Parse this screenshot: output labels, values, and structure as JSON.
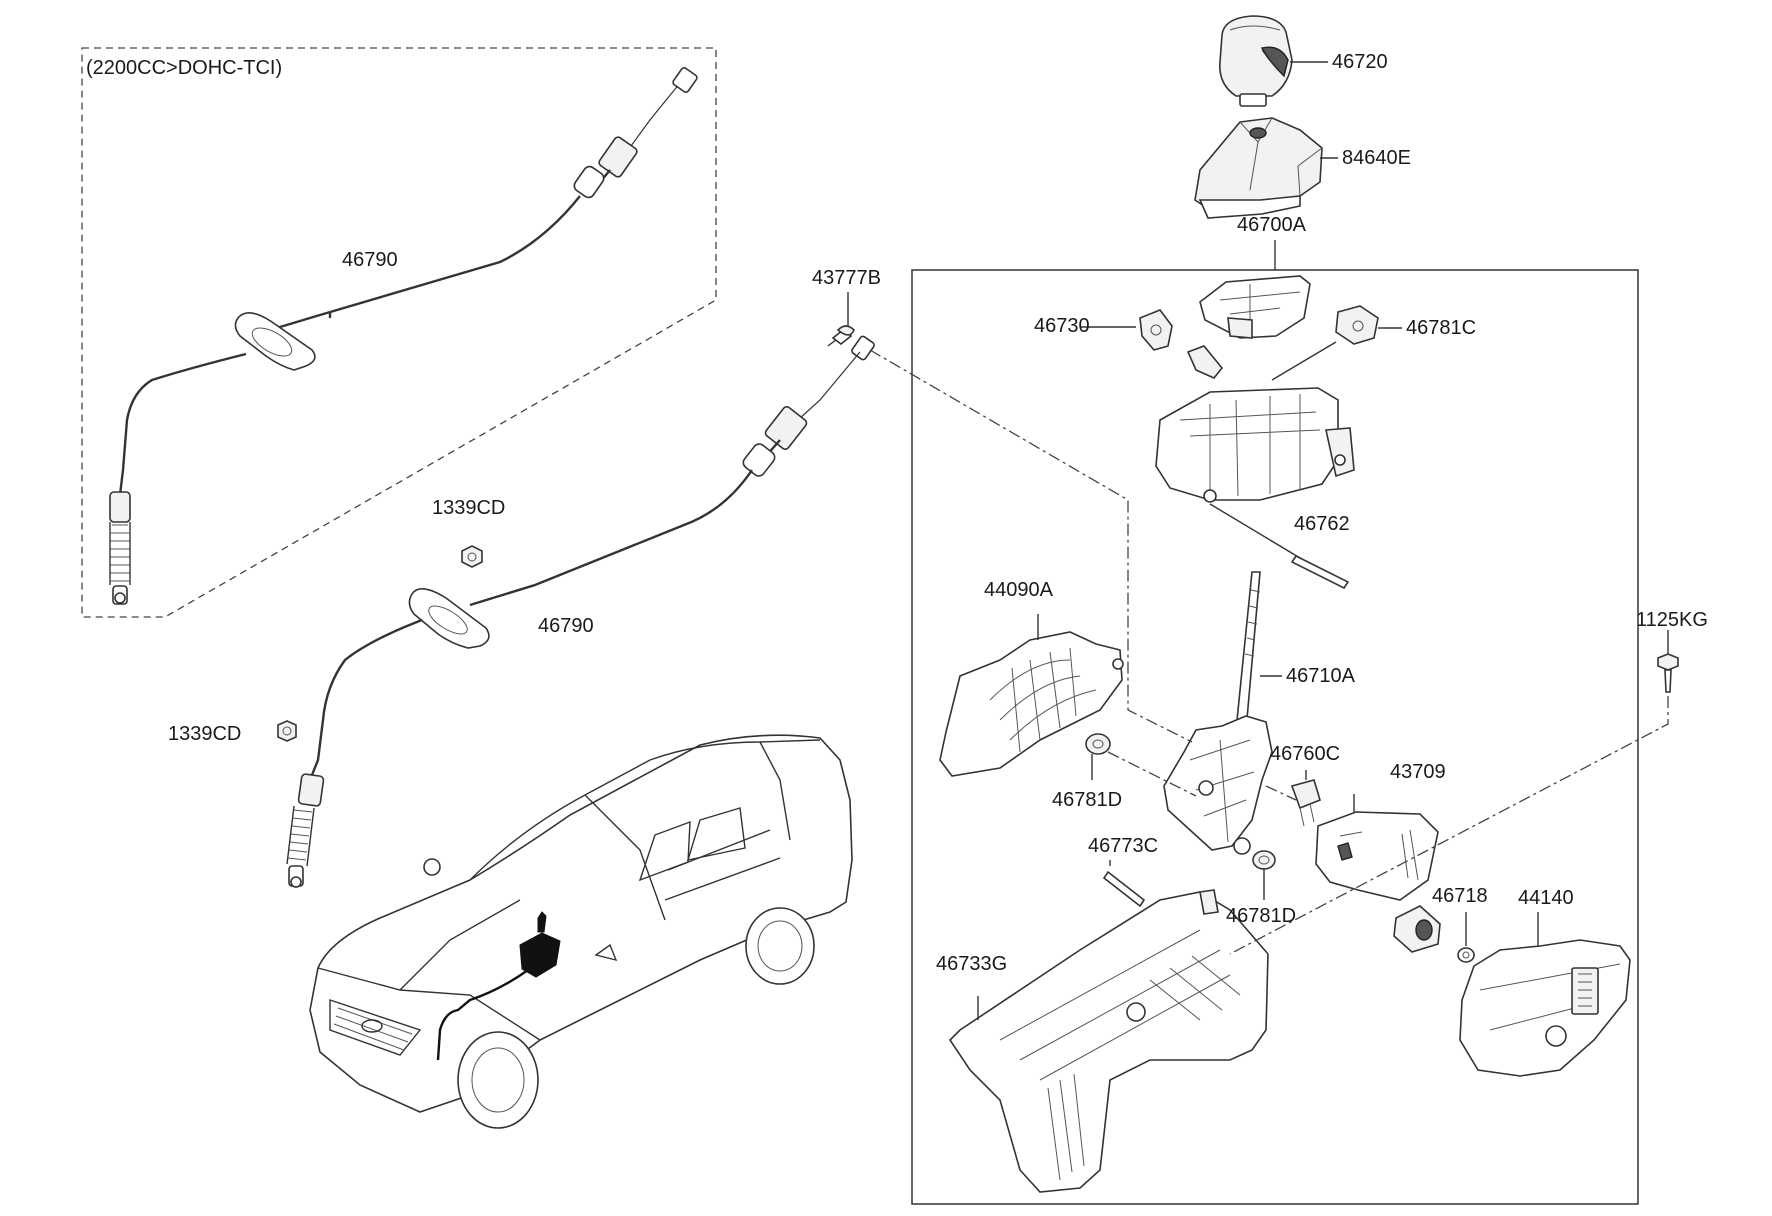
{
  "variant_note": "(2200CC>DOHC-TCI)",
  "callouts": {
    "knob": "46720",
    "boot": "84640E",
    "shift_lever_assy": "46700A",
    "upper_cable": "46790",
    "lower_cable": "46790",
    "clip_43777b": "43777B",
    "nut_upper": "1339CD",
    "nut_lower": "1339CD",
    "bracket_46730": "46730",
    "bushing_46781c": "46781C",
    "pin_46762": "46762",
    "cover_44090a": "44090A",
    "lever_46710a": "46710A",
    "bolt_1125kg": "1125KG",
    "spring_46760c": "46760C",
    "bushing_46781d_left": "46781D",
    "bushing_46781d_right": "46781D",
    "sensor_43709": "43709",
    "pin_46773c": "46773C",
    "bushing_46718": "46718",
    "module_44140": "44140",
    "base_46733g": "46733G"
  }
}
